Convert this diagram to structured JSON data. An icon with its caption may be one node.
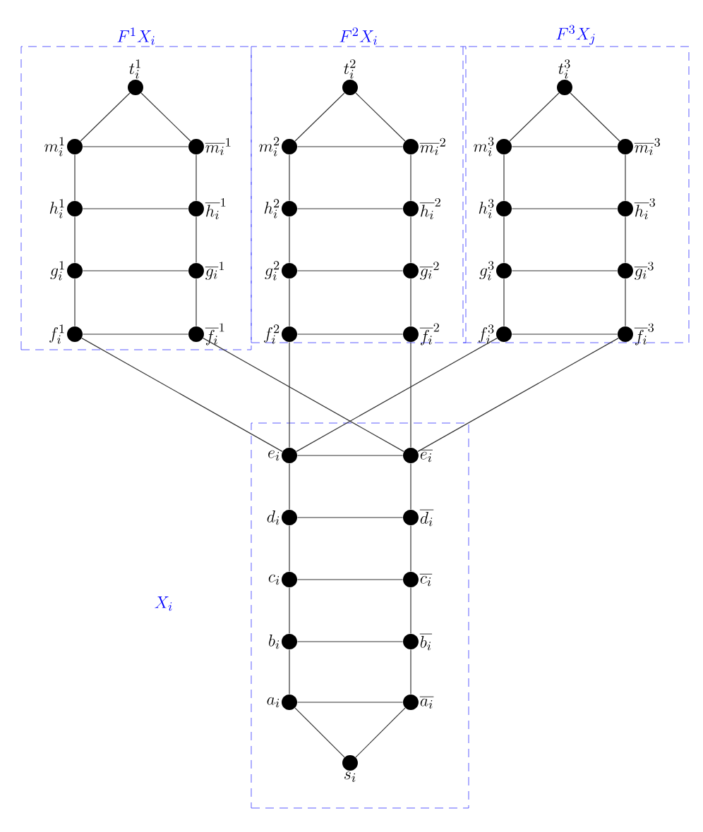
{
  "diagram": {
    "nodes": [
      {
        "text": [
          "F^1X_i"
        ]
      },
      {
        "text": [],
        "shape": "circle",
        "beside": [
          "t_i^1"
        ],
        "in": 0
      },
      {
        "text": [],
        "shape": "circle",
        "beside": [
          "m_i^1"
        ],
        "in": 0
      },
      {
        "text": [],
        "shape": "circle",
        "beside": [
          "\\overline{m_i}^1"
        ],
        "in": 0
      },
      {
        "text": [],
        "shape": "circle",
        "beside": [
          "h_i^1"
        ],
        "in": 0
      },
      {
        "text": [],
        "shape": "circle",
        "beside": [
          "\\overline{h_i}^1"
        ],
        "in": 0
      },
      {
        "text": [],
        "shape": "circle",
        "beside": [
          "g_i^1"
        ],
        "in": 0
      },
      {
        "text": [],
        "shape": "circle",
        "beside": [
          "\\overline{g_i}^1"
        ],
        "in": 0
      },
      {
        "text": [],
        "shape": "circle",
        "beside": [
          "f_i^1"
        ],
        "in": 0
      },
      {
        "text": [],
        "shape": "circle",
        "beside": [
          "\\overline{f_i}^1"
        ],
        "in": 0
      },
      {
        "text": [
          "F^2X_i"
        ]
      },
      {
        "text": [],
        "shape": "circle",
        "beside": [
          "t_i^2"
        ],
        "in": 10
      },
      {
        "text": [],
        "shape": "circle",
        "beside": [
          "m_i^2"
        ],
        "in": 10
      },
      {
        "text": [],
        "shape": "circle",
        "beside": [
          "\\overline{m_i}^2"
        ],
        "in": 10
      },
      {
        "text": [],
        "shape": "circle",
        "beside": [
          "h_i^2"
        ],
        "in": 10
      },
      {
        "text": [],
        "shape": "circle",
        "beside": [
          "\\overline{h_i}^2"
        ],
        "in": 10
      },
      {
        "text": [],
        "shape": "circle",
        "beside": [
          "g_i^2"
        ],
        "in": 10
      },
      {
        "text": [],
        "shape": "circle",
        "beside": [
          "\\overline{g_i}^2"
        ],
        "in": 10
      },
      {
        "text": [],
        "shape": "circle",
        "beside": [
          "f_i^2"
        ],
        "in": 10
      },
      {
        "text": [],
        "shape": "circle",
        "beside": [
          "\\overline{f_i}^2"
        ],
        "in": 10
      },
      {
        "text": [
          "F^3X_j"
        ]
      },
      {
        "text": [],
        "shape": "circle",
        "beside": [
          "t_i^3"
        ],
        "in": 20
      },
      {
        "text": [],
        "shape": "circle",
        "beside": [
          "m_i^3"
        ],
        "in": 20
      },
      {
        "text": [],
        "shape": "circle",
        "beside": [
          "\\overline{m_i}^3"
        ],
        "in": 20
      },
      {
        "text": [],
        "shape": "circle",
        "beside": [
          "h_i^3"
        ],
        "in": 20
      },
      {
        "text": [],
        "shape": "circle",
        "beside": [
          "\\overline{h_i}^3"
        ],
        "in": 20
      },
      {
        "text": [],
        "shape": "circle",
        "beside": [
          "g_i^3"
        ],
        "in": 20
      },
      {
        "text": [],
        "shape": "circle",
        "beside": [
          "\\overline{g_i}^3"
        ],
        "in": 20
      },
      {
        "text": [],
        "shape": "circle",
        "beside": [
          "f_i^3"
        ],
        "in": 20
      },
      {
        "text": [],
        "shape": "circle",
        "beside": [
          "\\overline{f_i}^3"
        ],
        "in": 20
      },
      {
        "text": [],
        "shape": "box"
      },
      {
        "text": [],
        "shape": "circle",
        "beside": [
          "e_i"
        ],
        "in": 30
      },
      {
        "text": [],
        "shape": "circle",
        "beside": [
          "\\overline{e_i}"
        ],
        "in": 30
      },
      {
        "text": [],
        "shape": "circle",
        "beside": [
          "d_i"
        ],
        "in": 30
      },
      {
        "text": [],
        "shape": "circle",
        "beside": [
          "\\overline{d_i}"
        ],
        "in": 30
      },
      {
        "text": [],
        "shape": "circle",
        "beside": [
          "c_i"
        ],
        "in": 30
      },
      {
        "text": [],
        "shape": "circle",
        "beside": [
          "\\overline{c_i}"
        ],
        "in": 30
      },
      {
        "text": [],
        "shape": "circle",
        "beside": [
          "b_i"
        ],
        "in": 30
      },
      {
        "text": [],
        "shape": "circle",
        "beside": [
          "\\overline{b_i}"
        ],
        "in": 30
      },
      {
        "text": [],
        "shape": "circle",
        "beside": [
          "a_i"
        ],
        "in": 30
      },
      {
        "text": [],
        "shape": "circle",
        "beside": [
          "\\overline{a_i}"
        ],
        "in": 30
      },
      {
        "text": [],
        "shape": "circle",
        "beside": [
          "s_i"
        ],
        "in": 30
      }
    ],
    "edges": [
      {
        "from": 1,
        "to": 2,
        "arrow": "none"
      },
      {
        "from": 1,
        "to": 3,
        "arrow": "none"
      },
      {
        "from": 2,
        "to": 3,
        "arrow": "none"
      },
      {
        "from": 2,
        "to": 4,
        "arrow": "none"
      },
      {
        "from": 3,
        "to": 5,
        "arrow": "none"
      },
      {
        "from": 4,
        "to": 5,
        "arrow": "none"
      },
      {
        "from": 4,
        "to": 6,
        "arrow": "none"
      },
      {
        "from": 5,
        "to": 7,
        "arrow": "none"
      },
      {
        "from": 6,
        "to": 7,
        "arrow": "none"
      },
      {
        "from": 6,
        "to": 8,
        "arrow": "none"
      },
      {
        "from": 7,
        "to": 9,
        "arrow": "none"
      },
      {
        "from": 8,
        "to": 9,
        "arrow": "none"
      },
      {
        "from": 11,
        "to": 12,
        "arrow": "none"
      },
      {
        "from": 11,
        "to": 13,
        "arrow": "none"
      },
      {
        "from": 12,
        "to": 13,
        "arrow": "none"
      },
      {
        "from": 12,
        "to": 14,
        "arrow": "none"
      },
      {
        "from": 13,
        "to": 15,
        "arrow": "none"
      },
      {
        "from": 14,
        "to": 15,
        "arrow": "none"
      },
      {
        "from": 14,
        "to": 16,
        "arrow": "none"
      },
      {
        "from": 15,
        "to": 17,
        "arrow": "none"
      },
      {
        "from": 16,
        "to": 17,
        "arrow": "none"
      },
      {
        "from": 16,
        "to": 18,
        "arrow": "none"
      },
      {
        "from": 17,
        "to": 19,
        "arrow": "none"
      },
      {
        "from": 18,
        "to": 19,
        "arrow": "none"
      },
      {
        "from": 21,
        "to": 22,
        "arrow": "none"
      },
      {
        "from": 21,
        "to": 23,
        "arrow": "none"
      },
      {
        "from": 22,
        "to": 23,
        "arrow": "none"
      },
      {
        "from": 22,
        "to": 24,
        "arrow": "none"
      },
      {
        "from": 23,
        "to": 25,
        "arrow": "none"
      },
      {
        "from": 24,
        "to": 25,
        "arrow": "none"
      },
      {
        "from": 24,
        "to": 26,
        "arrow": "none"
      },
      {
        "from": 25,
        "to": 27,
        "arrow": "none"
      },
      {
        "from": 26,
        "to": 27,
        "arrow": "none"
      },
      {
        "from": 26,
        "to": 28,
        "arrow": "none"
      },
      {
        "from": 27,
        "to": 29,
        "arrow": "none"
      },
      {
        "from": 28,
        "to": 29,
        "arrow": "none"
      },
      {
        "from": 31,
        "to": 32,
        "arrow": "none"
      },
      {
        "from": 31,
        "to": 33,
        "arrow": "none"
      },
      {
        "from": 32,
        "to": 34,
        "arrow": "none"
      },
      {
        "from": 33,
        "to": 34,
        "arrow": "none"
      },
      {
        "from": 33,
        "to": 35,
        "arrow": "none"
      },
      {
        "from": 34,
        "to": 36,
        "arrow": "none"
      },
      {
        "from": 35,
        "to": 36,
        "arrow": "none"
      },
      {
        "from": 35,
        "to": 37,
        "arrow": "none"
      },
      {
        "from": 36,
        "to": 38,
        "arrow": "none"
      },
      {
        "from": 37,
        "to": 38,
        "arrow": "none"
      },
      {
        "from": 37,
        "to": 39,
        "arrow": "none"
      },
      {
        "from": 38,
        "to": 40,
        "arrow": "none"
      },
      {
        "from": 39,
        "to": 40,
        "arrow": "none"
      },
      {
        "from": 39,
        "to": 41,
        "arrow": "none"
      },
      {
        "from": 40,
        "to": 41,
        "arrow": "none"
      },
      {
        "from": 8,
        "to": 31,
        "arrow": "none"
      },
      {
        "from": 9,
        "to": 32,
        "arrow": "none"
      },
      {
        "from": 18,
        "to": 31,
        "arrow": "none"
      },
      {
        "from": 19,
        "to": 32,
        "arrow": "none"
      },
      {
        "from": 28,
        "to": 31,
        "arrow": "none"
      },
      {
        "from": 29,
        "to": 32,
        "arrow": "none"
      }
    ],
    "labels": [
      "X_i"
    ]
  }
}
